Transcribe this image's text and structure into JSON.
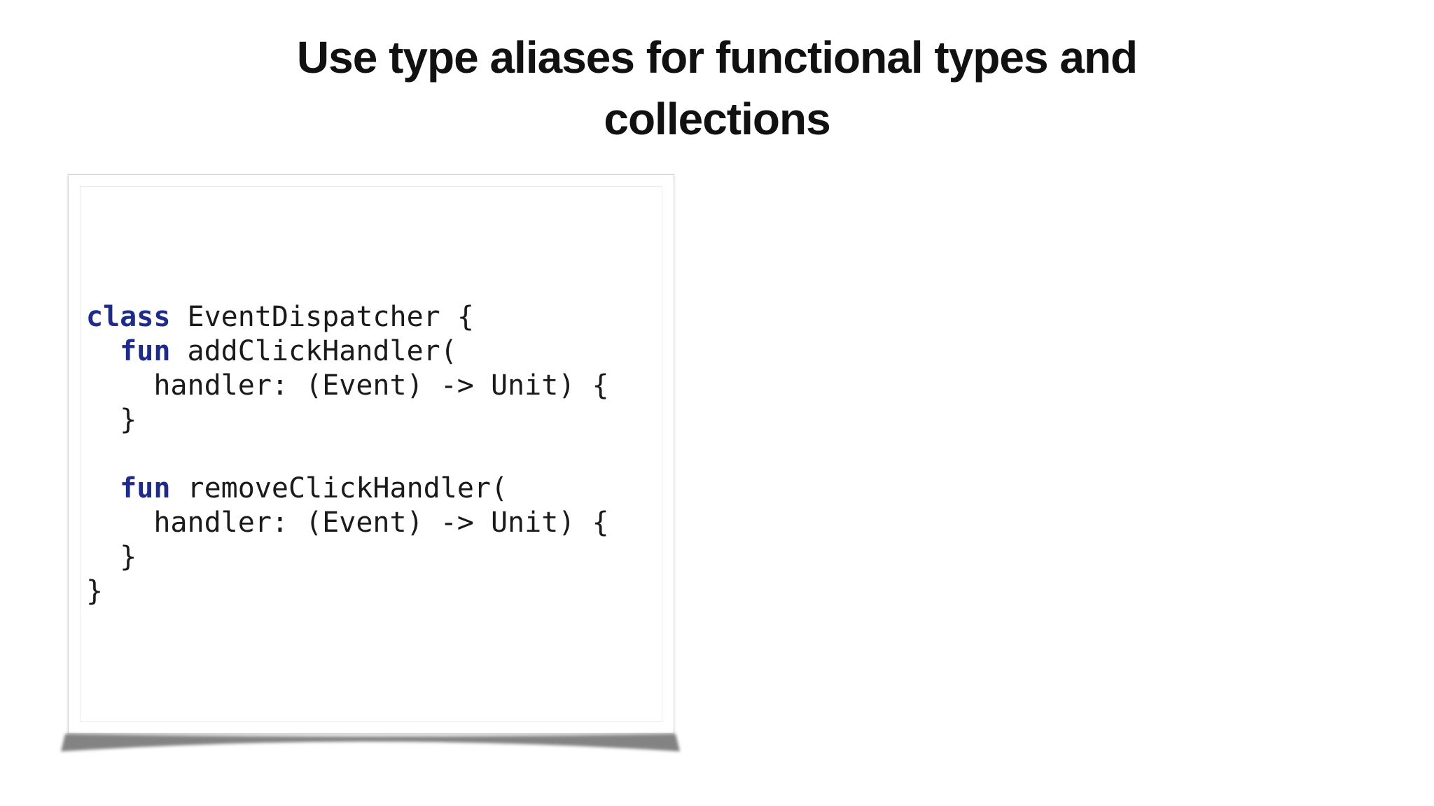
{
  "slide": {
    "background_color": "#ffffff",
    "title": {
      "lines": [
        "Use type aliases for functional types and",
        "collections"
      ],
      "color": "#111111"
    },
    "code_card": {
      "background_color": "#ffffff",
      "outer_border_color": "#d4d4d4",
      "inner_border_color": "#ececec",
      "shadow_color": "#4a4a4a",
      "syntax_colors": {
        "keyword": "#1f2b8b",
        "plain": "#1a1a1a"
      },
      "lines": [
        [
          {
            "t": "class",
            "s": "keyword"
          },
          {
            "t": " EventDispatcher {",
            "s": "plain"
          }
        ],
        [
          {
            "t": "  ",
            "s": "plain"
          },
          {
            "t": "fun",
            "s": "keyword"
          },
          {
            "t": " addClickHandler(",
            "s": "plain"
          }
        ],
        [
          {
            "t": "    handler: (Event) -> Unit) {",
            "s": "plain"
          }
        ],
        [
          {
            "t": "  }",
            "s": "plain"
          }
        ],
        [
          {
            "t": "",
            "s": "plain"
          }
        ],
        [
          {
            "t": "  ",
            "s": "plain"
          },
          {
            "t": "fun",
            "s": "keyword"
          },
          {
            "t": " removeClickHandler(",
            "s": "plain"
          }
        ],
        [
          {
            "t": "    handler: (Event) -> Unit) {",
            "s": "plain"
          }
        ],
        [
          {
            "t": "  }",
            "s": "plain"
          }
        ],
        [
          {
            "t": "}",
            "s": "plain"
          }
        ]
      ]
    }
  }
}
